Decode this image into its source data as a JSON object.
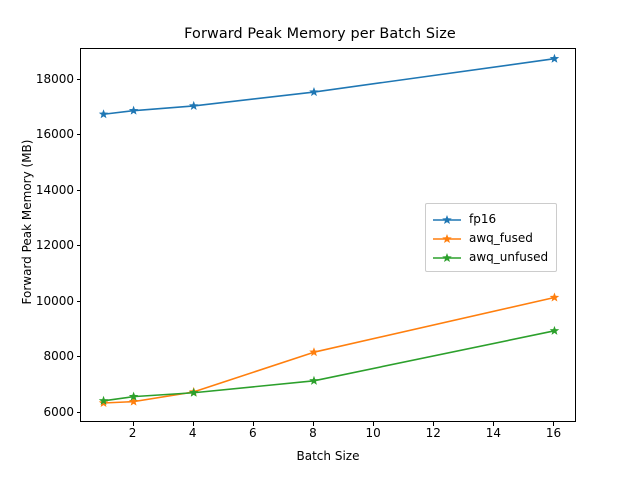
{
  "chart_data": {
    "type": "line",
    "title": "Forward Peak Memory per Batch Size",
    "xlabel": "Batch Size",
    "ylabel": "Forward Peak Memory (MB)",
    "x": [
      1,
      2,
      4,
      8,
      16
    ],
    "xlim": [
      0.25,
      16.75
    ],
    "ylim": [
      5630,
      19100
    ],
    "xticks": [
      2,
      4,
      6,
      8,
      10,
      12,
      14,
      16
    ],
    "yticks": [
      6000,
      8000,
      10000,
      12000,
      14000,
      16000,
      18000
    ],
    "xtick_labels": [
      "2",
      "4",
      "6",
      "8",
      "10",
      "12",
      "14",
      "16"
    ],
    "ytick_labels": [
      "6000",
      "8000",
      "10000",
      "12000",
      "14000",
      "16000",
      "18000"
    ],
    "grid": false,
    "legend_position": "center right",
    "marker": "star",
    "series": [
      {
        "name": "fp16",
        "color": "#1f77b4",
        "values": [
          16750,
          16880,
          17050,
          17550,
          18750
        ]
      },
      {
        "name": "awq_fused",
        "color": "#ff7f0e",
        "values": [
          6350,
          6400,
          6750,
          8180,
          10150
        ]
      },
      {
        "name": "awq_unfused",
        "color": "#2ca02c",
        "values": [
          6430,
          6580,
          6720,
          7150,
          8950
        ]
      }
    ]
  }
}
